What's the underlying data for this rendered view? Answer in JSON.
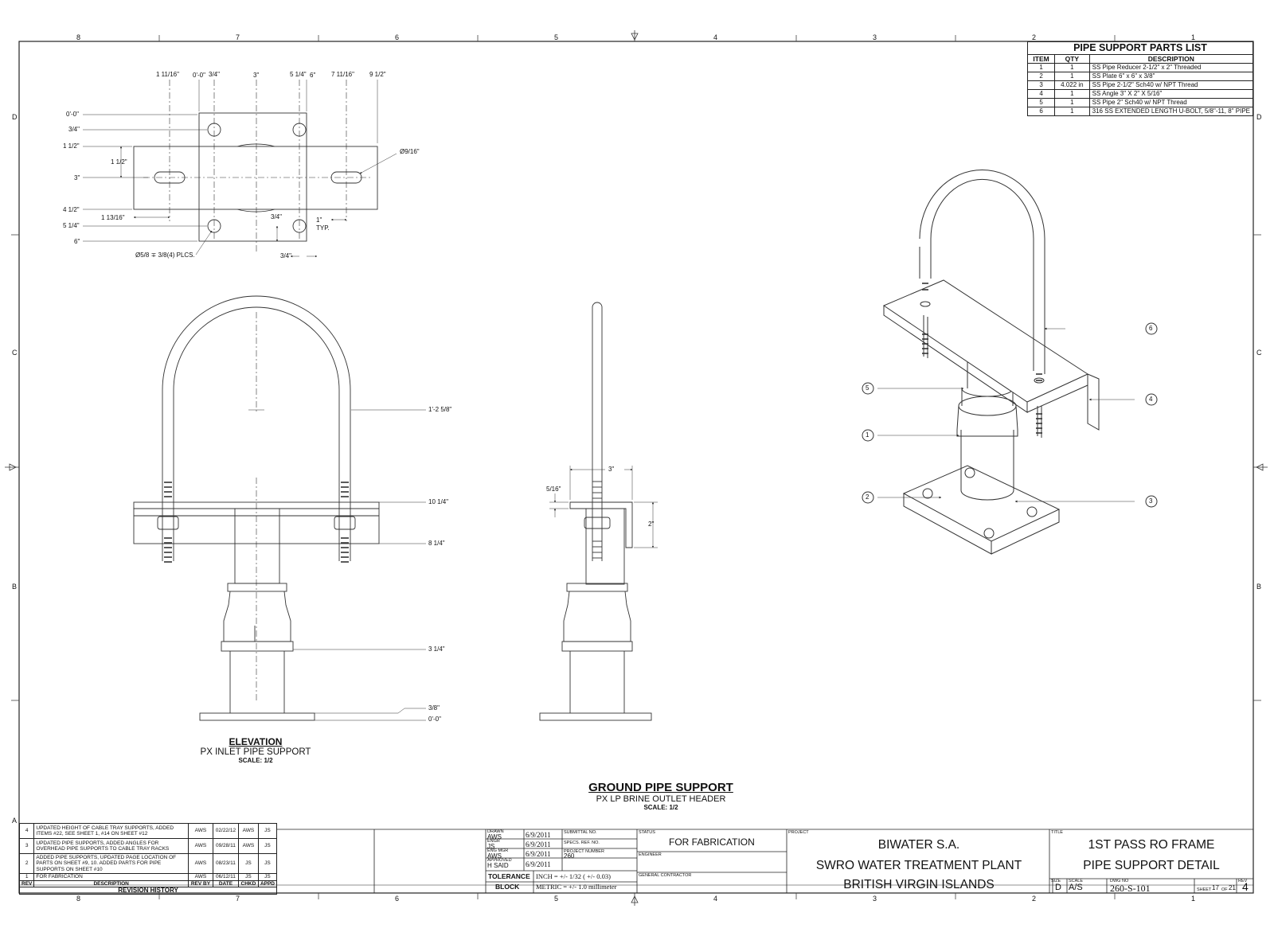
{
  "zones": {
    "columns": [
      "8",
      "7",
      "6",
      "5",
      "4",
      "3",
      "2",
      "1"
    ],
    "rows": [
      "D",
      "C",
      "B",
      "A"
    ]
  },
  "plan_dims": {
    "top": [
      "1 11/16\"",
      "0'-0\"",
      "3/4\"",
      "3\"",
      "5 1/4\"",
      "6\"",
      "7 11/16\"",
      "9 1/2\""
    ],
    "left": [
      "0'-0\"",
      "3/4\"",
      "1 1/2\"",
      "1 1/2\"",
      "3\"",
      "4 1/2\"",
      "5 1/4\"",
      "6\""
    ],
    "slot": "Ø9/16\"",
    "offset": "1 13/16\"",
    "mid_three_quarter": "3/4\"",
    "typ_value": "1\"",
    "typ_label": "TYP.",
    "bottom_three_quarter": "3/4\"",
    "holes": "Ø5/8 ∓ 3/8(4) PLCS."
  },
  "elevation_dims": {
    "d1": "1'-2 5/8\"",
    "d2": "10 1/4\"",
    "d3": "8 1/4\"",
    "d4": "3 1/4\"",
    "d5": "3/8\"",
    "d6": "0'-0\""
  },
  "side_dims": {
    "w": "3\"",
    "t": "5/16\"",
    "h": "2\""
  },
  "view_labels": {
    "elevation_title": "ELEVATION",
    "elevation_sub": "PX INLET PIPE SUPPORT",
    "elevation_scale": "SCALE: 1/2",
    "main_title": "GROUND PIPE SUPPORT",
    "main_sub": "PX LP BRINE OUTLET HEADER",
    "main_scale": "SCALE: 1/2"
  },
  "balloons": [
    "6",
    "5",
    "4",
    "1",
    "2",
    "3"
  ],
  "parts_list": {
    "title": "PIPE SUPPORT PARTS LIST",
    "headers": [
      "ITEM",
      "QTY",
      "DESCRIPTION"
    ],
    "rows": [
      {
        "item": "1",
        "qty": "1",
        "desc": "SS Pipe Reducer 2-1/2\" x 2\"  Threaded"
      },
      {
        "item": "2",
        "qty": "1",
        "desc": "SS Plate 6\" x 6\" x 3/8\""
      },
      {
        "item": "3",
        "qty": "4.022 in",
        "desc": "SS Pipe 2-1/2\" Sch40 w/ NPT Thread"
      },
      {
        "item": "4",
        "qty": "1",
        "desc": "SS Angle 3\" X 2\" X 5/16\""
      },
      {
        "item": "5",
        "qty": "1",
        "desc": "SS Pipe 2\" Sch40 w/ NPT Thread"
      },
      {
        "item": "6",
        "qty": "1",
        "desc": "316 SS EXTENDED LENGTH U-BOLT, 5/8\"-11, 8\" PIPE"
      }
    ]
  },
  "revisions": {
    "rows": [
      {
        "rev": "4",
        "desc": "UPDATED HEIGHT OF CABLE TRAY SUPPORTS, ADDED ITEMS #22, SEE SHEET 1, #14 ON SHEET #12",
        "by": "AWS",
        "date": "02/22/12",
        "chkd": "AWS",
        "appd": "JS"
      },
      {
        "rev": "3",
        "desc": "UPDATED PIPE SUPPORTS, ADDED ANGLES FOR OVERHEAD PIPE SUPPORTS TO CABLE TRAY RACKS",
        "by": "AWS",
        "date": "09/28/11",
        "chkd": "AWS",
        "appd": "JS"
      },
      {
        "rev": "2",
        "desc": "ADDED PIPE SUPPORTS, UPDATED PAGE LOCATION OF PARTS ON SHEET #9, 10.  ADDED PARTS FOR PIPE SUPPORTS ON SHEET #10",
        "by": "AWS",
        "date": "08/23/11",
        "chkd": "JS",
        "appd": "JS"
      },
      {
        "rev": "1",
        "desc": "FOR FABRICATION",
        "by": "AWS",
        "date": "06/12/11",
        "chkd": "JS",
        "appd": "JS"
      }
    ],
    "headers": {
      "rev": "REV",
      "desc": "DESCRIPTION",
      "by": "REV BY",
      "date": "DATE",
      "chkd": "CHKD",
      "appd": "APPD"
    },
    "title": "REVISION HISTORY"
  },
  "title_block": {
    "drawn_label": "DRAWN",
    "drawn_by": "AWS",
    "drawn_date": "6/9/2011",
    "engr_label": "ENGR",
    "engr_by": "JS",
    "engr_date": "6/9/2011",
    "mgr_label": "ENG MGR",
    "mgr_by": "AWS",
    "mgr_date": "6/9/2011",
    "approved_label": "APPROVED",
    "approved_by": "H SAID",
    "approved_date": "6/9/2011",
    "submittal_label": "SUBMITTAL NO.",
    "specs_label": "SPECS. REF. NO.",
    "project_number_label": "PROJECT NUMBER",
    "project_number": "260",
    "tolerance_label_1": "TOLERANCE",
    "tolerance_label_2": "BLOCK",
    "tolerance_inch": "INCH = +/- 1/32 ( +/- 0.03)",
    "tolerance_metric": "METRIC = +/- 1.0 millimeter",
    "status_label": "STATUS",
    "status": "FOR FABRICATION",
    "engineer_label": "ENGINEER",
    "gc_label": "GENERAL CONTRACTOR",
    "project_label": "PROJECT",
    "project_line1": "BIWATER S.A.",
    "project_line2": "SWRO WATER TREATMENT PLANT",
    "project_line3": "BRITISH VIRGIN ISLANDS",
    "title_label": "TITLE",
    "title_line1": "1ST PASS RO FRAME",
    "title_line2": "PIPE SUPPORT DETAIL",
    "size_label": "SIZE",
    "size": "D",
    "scale_label": "SCALE",
    "scale": "A/S",
    "dwg_label": "DWG NO",
    "dwg": "260-S-101",
    "sheet_label": "SHEET",
    "sheet": "17",
    "of_label": "OF",
    "of": "21",
    "rev_label": "REV",
    "rev": "4"
  }
}
